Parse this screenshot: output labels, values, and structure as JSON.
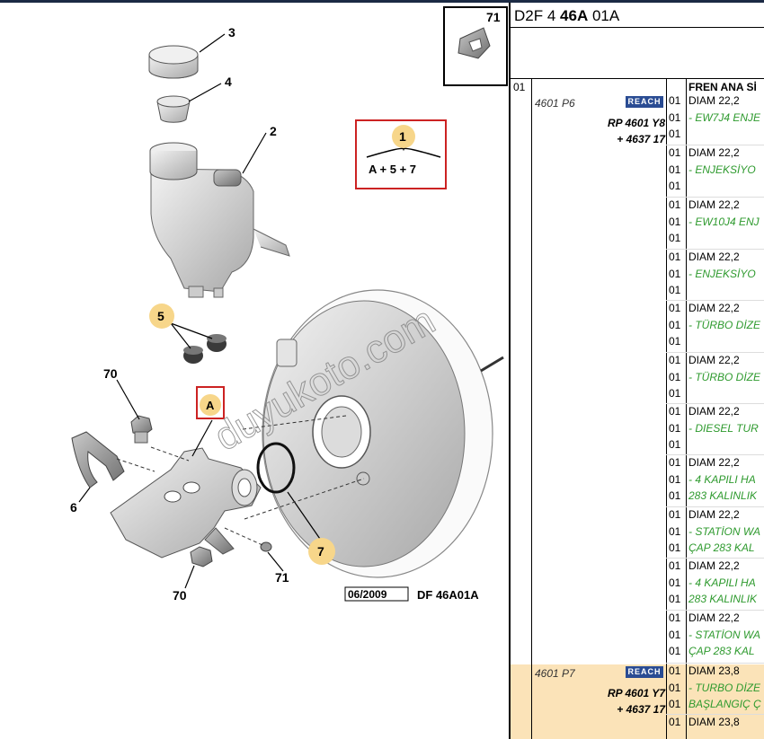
{
  "diagram": {
    "callouts": {
      "c3": "3",
      "c4": "4",
      "c2": "2",
      "c5": "5",
      "c70a": "70",
      "cA": "A",
      "c6": "6",
      "c71a": "71",
      "c70b": "70",
      "c7": "7",
      "c71top": "71",
      "group_num": "1",
      "group_formula": "A + 5 + 7"
    },
    "footer_date": "06/2009",
    "footer_code": "DF 46A01A",
    "watermark": "duyukoto.com"
  },
  "panel": {
    "code_prefix": "D2F 4 ",
    "code_bold": "46A",
    "code_suffix": " 01A",
    "top_qty": "01",
    "header_desc": "FREN ANA Sİ",
    "reach_label": "REACH",
    "group1": {
      "ref": "4601 P6",
      "rp": "RP 4601 Y8",
      "plus": "+ 4637 17"
    },
    "group2": {
      "ref": "4601 P7",
      "rp": "RP 4601 Y7",
      "plus": "+ 4637 17"
    },
    "rows": [
      {
        "qty": "01",
        "desc": "DIAM 22,2",
        "green": false
      },
      {
        "qty": "01",
        "desc": "- EW7J4 ENJE",
        "green": true
      },
      {
        "qty": "01",
        "desc": "",
        "green": false
      },
      {
        "qty": "01",
        "desc": "DIAM 22,2",
        "green": false
      },
      {
        "qty": "01",
        "desc": "- ENJEKSİYO",
        "green": true
      },
      {
        "qty": "01",
        "desc": "",
        "green": false
      },
      {
        "qty": "01",
        "desc": "DIAM 22,2",
        "green": false
      },
      {
        "qty": "01",
        "desc": "- EW10J4 ENJ",
        "green": true
      },
      {
        "qty": "01",
        "desc": "",
        "green": false
      },
      {
        "qty": "01",
        "desc": "DIAM 22,2",
        "green": false
      },
      {
        "qty": "01",
        "desc": "- ENJEKSİYO",
        "green": true
      },
      {
        "qty": "01",
        "desc": "",
        "green": false
      },
      {
        "qty": "01",
        "desc": "DIAM 22,2",
        "green": false
      },
      {
        "qty": "01",
        "desc": "- TÜRBO DİZE",
        "green": true
      },
      {
        "qty": "01",
        "desc": "",
        "green": false
      },
      {
        "qty": "01",
        "desc": "DIAM 22,2",
        "green": false
      },
      {
        "qty": "01",
        "desc": "- TÜRBO DİZE",
        "green": true
      },
      {
        "qty": "01",
        "desc": "",
        "green": false
      },
      {
        "qty": "01",
        "desc": "DIAM 22,2",
        "green": false
      },
      {
        "qty": "01",
        "desc": "- DIESEL TUR",
        "green": true
      },
      {
        "qty": "01",
        "desc": "",
        "green": false
      },
      {
        "qty": "01",
        "desc": "DIAM 22,2",
        "green": false
      },
      {
        "qty": "01",
        "desc": "- 4 KAPILI HA",
        "green": true
      },
      {
        "qty": "01",
        "desc": "283 KALINLIK",
        "green": true
      },
      {
        "qty": "01",
        "desc": "DIAM 22,2",
        "green": false
      },
      {
        "qty": "01",
        "desc": "- STATİON WA",
        "green": true
      },
      {
        "qty": "01",
        "desc": "ÇAP 283 KAL",
        "green": true
      },
      {
        "qty": "01",
        "desc": "DIAM 22,2",
        "green": false
      },
      {
        "qty": "01",
        "desc": "- 4 KAPILI HA",
        "green": true
      },
      {
        "qty": "01",
        "desc": "283 KALINLIK",
        "green": true
      },
      {
        "qty": "01",
        "desc": "DIAM 22,2",
        "green": false
      },
      {
        "qty": "01",
        "desc": "- STATİON WA",
        "green": true
      },
      {
        "qty": "01",
        "desc": "ÇAP 283 KAL",
        "green": true
      },
      {
        "qty": "01",
        "desc": "DIAM 23,8",
        "green": false
      },
      {
        "qty": "01",
        "desc": "- TURBO DİZE",
        "green": true
      },
      {
        "qty": "01",
        "desc": "BAŞLANGIÇ Ç",
        "green": true
      },
      {
        "qty": "01",
        "desc": "DIAM 23,8",
        "green": false
      }
    ],
    "colors": {
      "reach": "#2a4c93",
      "green_text": "#2e9a2e",
      "highlight": "#fbe3b8",
      "callout_red": "#cc2222",
      "callout_yellow": "#f7d68a"
    }
  }
}
